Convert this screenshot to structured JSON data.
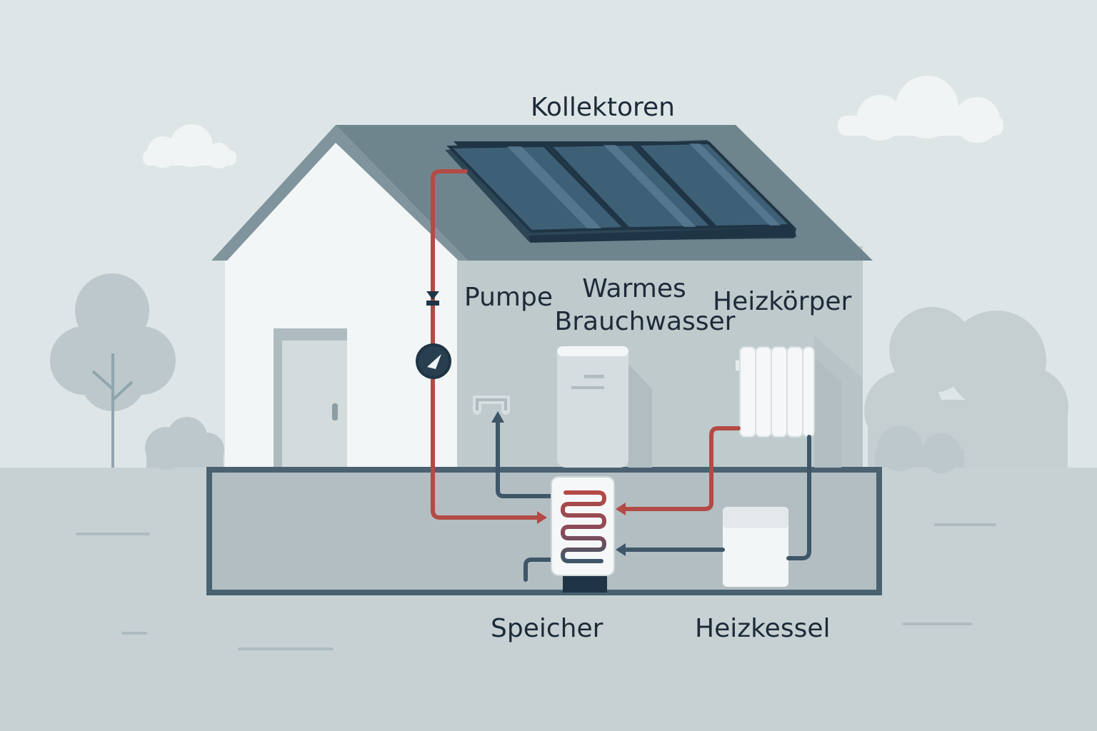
{
  "labels": {
    "collectors": "Kollektoren",
    "pump": "Pumpe",
    "hot_water_line1": "Warmes",
    "hot_water_line2": "Brauchwasser",
    "radiator": "Heizkörper",
    "storage": "Speicher",
    "boiler": "Heizkessel"
  },
  "colors": {
    "sky": "#dde5e7",
    "ground": "#c7d1d4",
    "house_wall": "#f3f6f7",
    "house_interior": "#bfcacd",
    "roof": "#6f858e",
    "collector_panel": "#2e4a5c",
    "hot_pipe": "#b34a45",
    "cold_pipe": "#3e5668",
    "text": "#1c2b38"
  },
  "icons": [
    "cloud-icon",
    "tree-icon",
    "bush-icon",
    "door-icon",
    "check-valve-icon",
    "pump-icon",
    "faucet-icon",
    "water-heater-icon",
    "radiator-icon",
    "storage-tank-icon",
    "heat-coil-icon",
    "boiler-icon"
  ]
}
